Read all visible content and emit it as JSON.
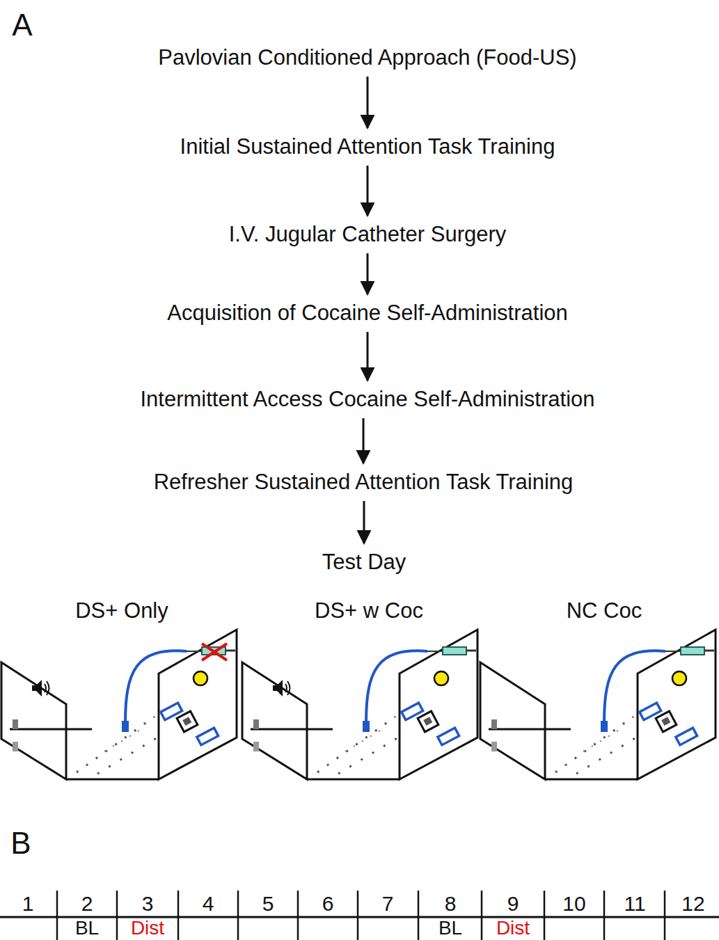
{
  "diagram": {
    "nodes": [
      {
        "text": [
          "Pavlovian Conditioned Approach (Food-US)"
        ]
      },
      {
        "text": [
          "Initial Sustained Attention Task Training"
        ]
      },
      {
        "text": [
          "I.V. Jugular Catheter Surgery"
        ]
      },
      {
        "text": [
          "Acquisition of Cocaine Self-Administration"
        ]
      },
      {
        "text": [
          "Intermittent Access Cocaine Self-Administration"
        ]
      },
      {
        "text": [
          "Refresher Sustained Attention Task Training"
        ]
      },
      {
        "text": [
          "Test Day"
        ]
      }
    ],
    "edges": [
      {
        "from": 0,
        "to": 1,
        "arrow": "to"
      },
      {
        "from": 1,
        "to": 2,
        "arrow": "to"
      },
      {
        "from": 2,
        "to": 3,
        "arrow": "to"
      },
      {
        "from": 3,
        "to": 4,
        "arrow": "to"
      },
      {
        "from": 4,
        "to": 5,
        "arrow": "to"
      },
      {
        "from": 5,
        "to": 6,
        "arrow": "to"
      }
    ],
    "labels": [
      "A",
      "DS+ Only",
      "DS+ w Coc",
      "NC Coc",
      "B",
      "1",
      "2",
      "3",
      "4",
      "5",
      "6",
      "7",
      "8",
      "9",
      "10",
      "11",
      "12",
      "BL",
      "Dist",
      "BL",
      "Dist"
    ]
  }
}
